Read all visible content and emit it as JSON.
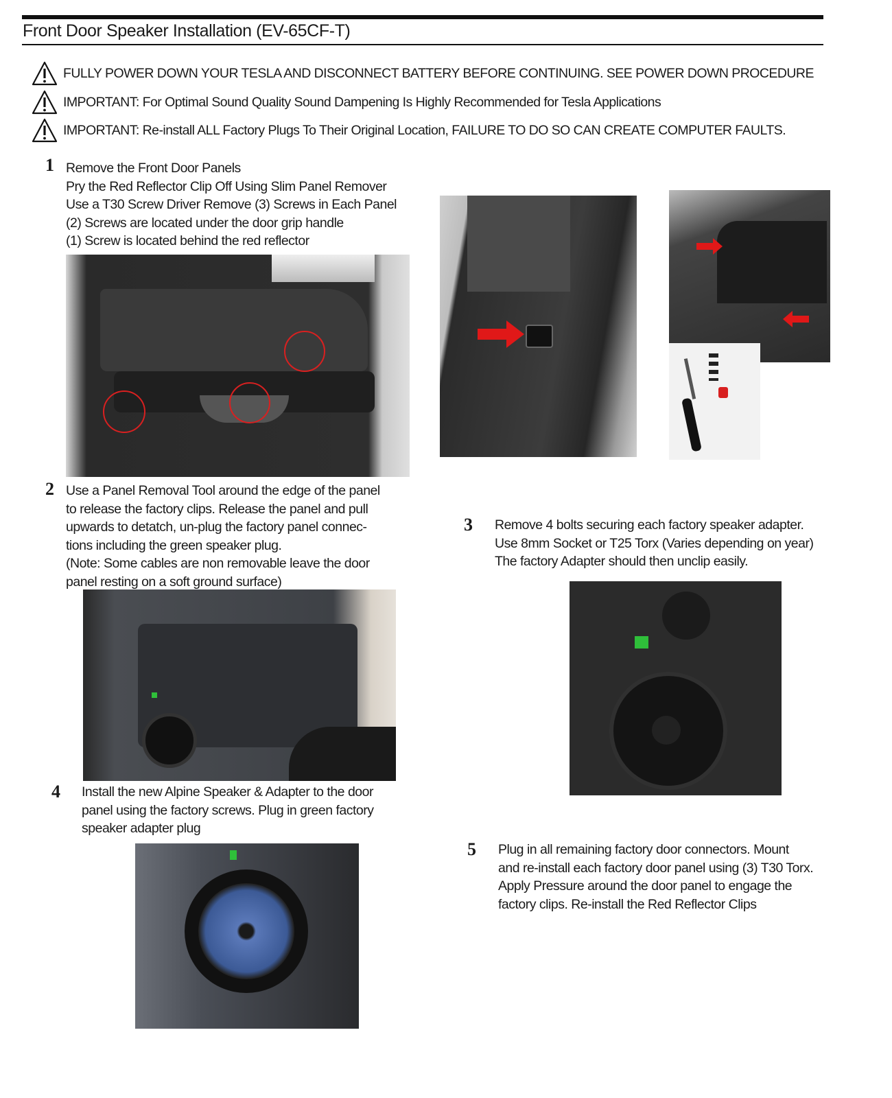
{
  "header": {
    "title": "Front Door Speaker Installation (EV-65CF-T)"
  },
  "warnings": [
    {
      "icon": "warning-triangle-icon",
      "text": "FULLY POWER DOWN YOUR TESLA AND DISCONNECT BATTERY BEFORE CONTINUING. SEE POWER DOWN PROCEDURE"
    },
    {
      "icon": "warning-triangle-icon",
      "text": "IMPORTANT: For Optimal Sound Quality Sound Dampening Is Highly Recommended for Tesla Applications"
    },
    {
      "icon": "warning-triangle-icon",
      "text": "IMPORTANT: Re-install ALL Factory Plugs To Their Original Location, FAILURE TO DO SO CAN CREATE COMPUTER FAULTS."
    }
  ],
  "steps": [
    {
      "number": "1",
      "lines": [
        "Remove the Front Door Panels",
        "Pry the Red Reflector Clip Off Using Slim Panel Remover",
        "Use a T30 Screw Driver Remove (3) Screws in Each Panel",
        "(2) Screws are located under the door grip handle",
        "(1) Screw is located behind the red reflector"
      ]
    },
    {
      "number": "2",
      "lines": [
        "Use a Panel Removal Tool around the edge of the panel",
        "to release the factory clips. Release the panel and pull",
        "upwards to detatch, un-plug the factory panel connec-",
        "tions including the green speaker plug.",
        "(Note: Some cables are non removable leave the door",
        "panel resting on a soft ground surface)"
      ]
    },
    {
      "number": "3",
      "lines": [
        "Remove  4 bolts securing each factory speaker adapter.",
        "Use  8mm Socket or T25 Torx  (Varies depending on year)",
        "The factory Adapter should then unclip easily."
      ]
    },
    {
      "number": "4",
      "lines": [
        "Install the new Alpine Speaker & Adapter to the door",
        "panel using the factory screws. Plug in green factory",
        "speaker adapter plug"
      ]
    },
    {
      "number": "5",
      "lines": [
        "Plug in all remaining factory door connectors.  Mount",
        "and re-install each factory door panel using (3) T30 Torx.",
        "Apply Pressure around the door panel to engage the",
        "factory clips. Re-install the Red Reflector Clips"
      ]
    }
  ],
  "colors": {
    "rule": "#111111",
    "annotation_red": "#d92020",
    "speaker_blue": "#5a78b8"
  }
}
